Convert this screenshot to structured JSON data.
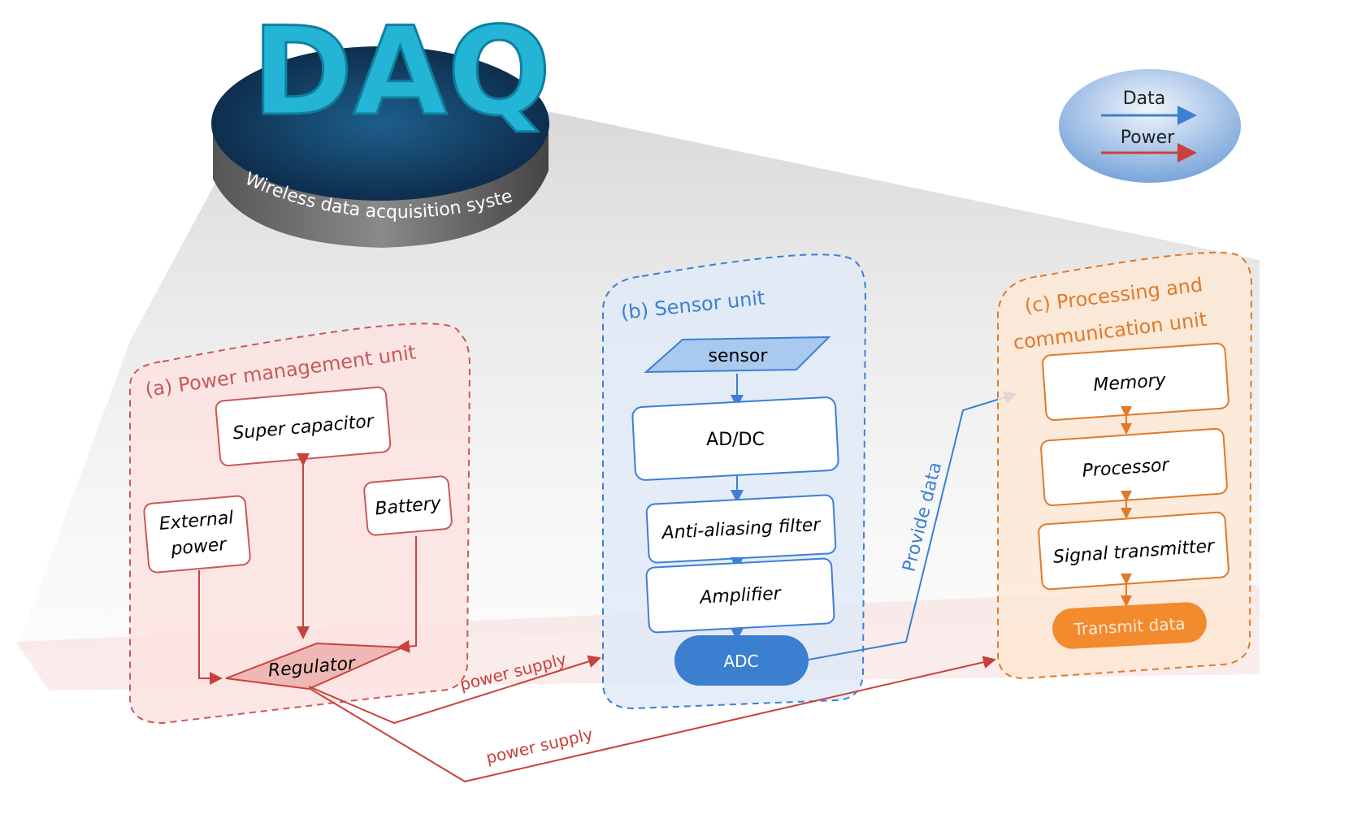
{
  "header": {
    "logo_text": "DAQ",
    "subtitle": "Wireless data acquisition system"
  },
  "legend": {
    "data_label": "Data",
    "power_label": "Power",
    "data_color": "#3d7fd4",
    "power_color": "#c9413c"
  },
  "panel_a": {
    "title": "(a) Power management unit",
    "color": "#c9595a",
    "super_capacitor": "Super capacitor",
    "external_power_line1": "External",
    "external_power_line2": "power",
    "battery": "Battery",
    "regulator": "Regulator"
  },
  "panel_b": {
    "title": "(b) Sensor unit",
    "color": "#3d7fd4",
    "sensor": "sensor",
    "ad_dc": "AD/DC",
    "filter": "Anti-aliasing filter",
    "amplifier": "Amplifier",
    "adc": "ADC"
  },
  "panel_c": {
    "title_line1": "(c) Processing and",
    "title_line2": "communication unit",
    "color": "#f08a2c",
    "memory": "Memory",
    "processor": "Processor",
    "signal_transmitter": "Signal transmitter",
    "transmit_data": "Transmit data"
  },
  "connections": {
    "provide_data": "Provide data",
    "power_supply_1": "power supply",
    "power_supply_2": "power supply"
  }
}
